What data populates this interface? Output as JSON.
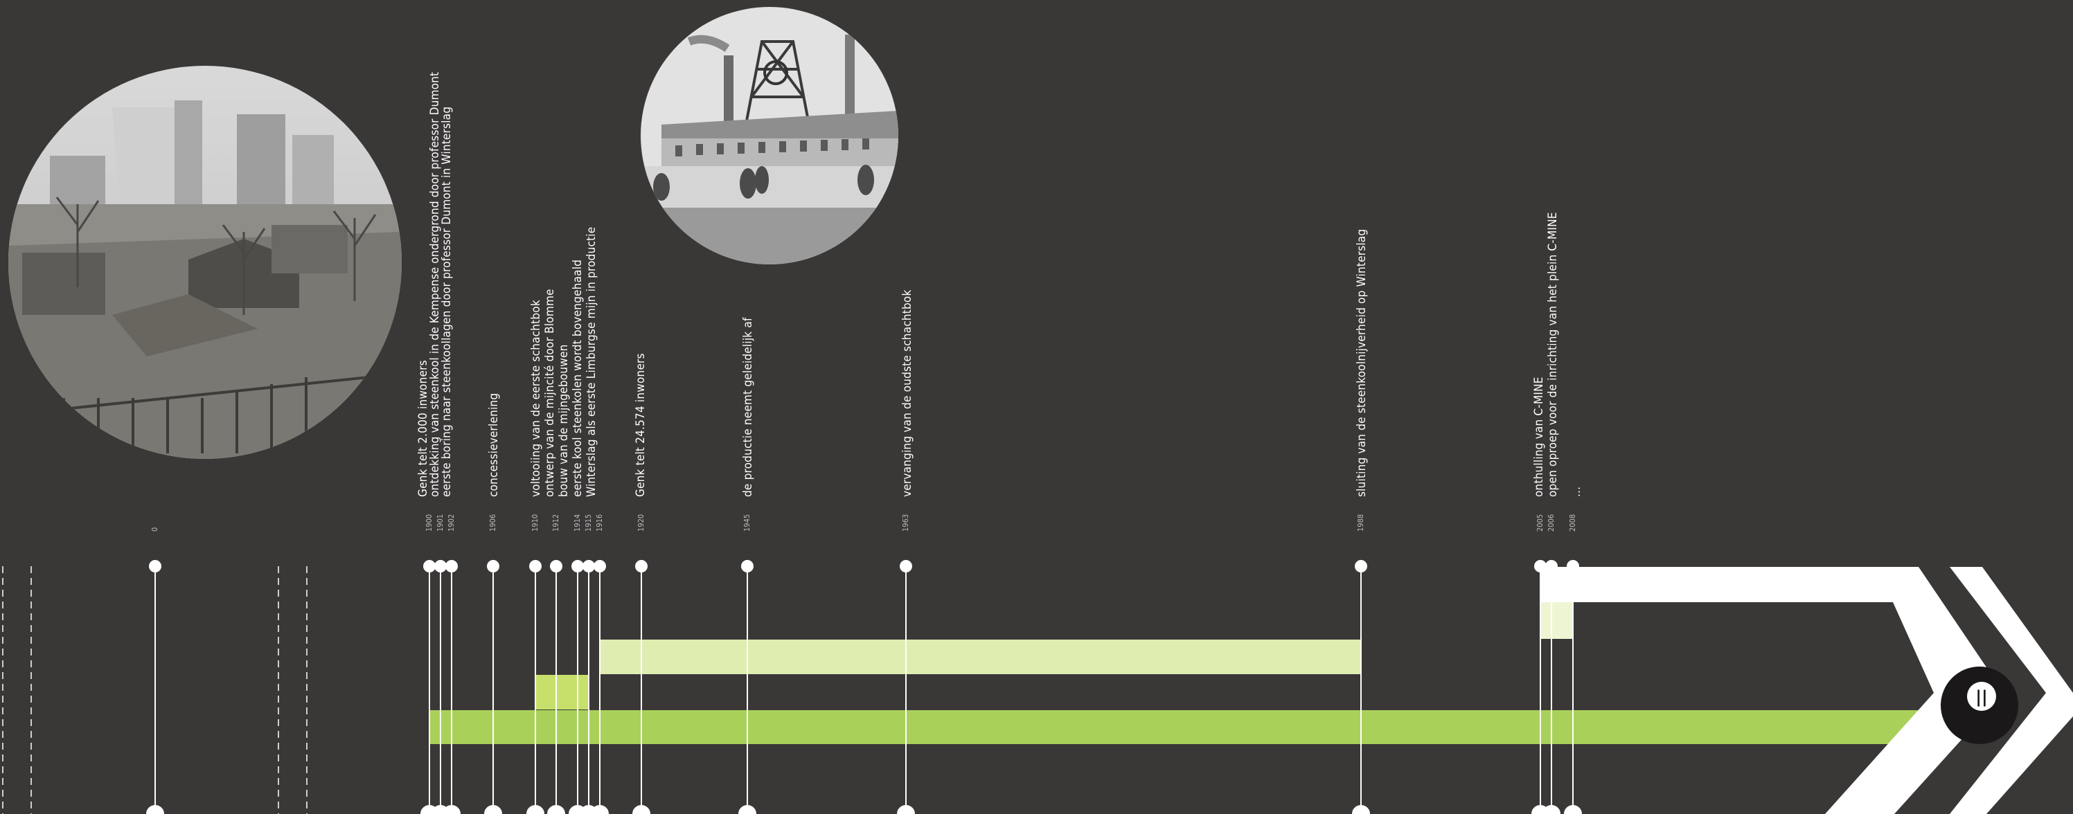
{
  "timeline": {
    "start_marker": "0",
    "ellipsis": "...",
    "years": [
      {
        "id": "y1900",
        "year": "1900"
      },
      {
        "id": "y1901",
        "year": "1901"
      },
      {
        "id": "y1902",
        "year": "1902"
      },
      {
        "id": "y1906",
        "year": "1906"
      },
      {
        "id": "y1910",
        "year": "1910"
      },
      {
        "id": "y1912",
        "year": "1912"
      },
      {
        "id": "y1914",
        "year": "1914"
      },
      {
        "id": "y1915",
        "year": "1915"
      },
      {
        "id": "y1916",
        "year": "1916"
      },
      {
        "id": "y1920",
        "year": "1920"
      },
      {
        "id": "y1945",
        "year": "1945"
      },
      {
        "id": "y1963",
        "year": "1963"
      },
      {
        "id": "y1988",
        "year": "1988"
      },
      {
        "id": "y2005",
        "year": "2005"
      },
      {
        "id": "y2006",
        "year": "2006"
      },
      {
        "id": "y2008",
        "year": "2008"
      }
    ],
    "events": [
      {
        "id": "e1",
        "text": "Genk telt 2.000 inwoners"
      },
      {
        "id": "e2",
        "text": "ontdekking van steenkool in de Kempense ondergrond door professor Dumont"
      },
      {
        "id": "e3",
        "text": "eerste boring naar steenkoollagen door professor Dumont in Winterslag"
      },
      {
        "id": "e4",
        "text": "concessieverlening"
      },
      {
        "id": "e5",
        "text": "voltooiing van de eerste schachtbok"
      },
      {
        "id": "e6",
        "text": "ontwerp van de mijncité door Blomme"
      },
      {
        "id": "e7",
        "text": "bouw van de mijngebouwen"
      },
      {
        "id": "e8",
        "text": "eerste kool steenkolen wordt bovengehaald"
      },
      {
        "id": "e9",
        "text": "Winterslag als eerste Limburgse mijn in productie"
      },
      {
        "id": "e10",
        "text": "Genk telt 24.574 inwoners"
      },
      {
        "id": "e11",
        "text": "de productie neemt geleidelijk af"
      },
      {
        "id": "e12",
        "text": "vervanging van de oudste schachtbok"
      },
      {
        "id": "e13",
        "text": "sluiting van de steenkoolnijverheid op Winterslag"
      },
      {
        "id": "e14",
        "text": "onthulling van C-MINE"
      },
      {
        "id": "e15",
        "text": "open oproep voor de inrichting van het plein C-MINE"
      }
    ],
    "end_badge": "||"
  },
  "colors": {
    "background": "#3a3737",
    "bar_main": "#a9d15a",
    "bar_light": "#dfedb1",
    "bar_bright": "#c6e06b",
    "arrow": "#ffffff"
  },
  "photos": [
    {
      "id": "photo-mining-town",
      "subject": "mining village with cooling towers"
    },
    {
      "id": "photo-mine-headframe",
      "subject": "mine buildings with headframe tower"
    }
  ]
}
